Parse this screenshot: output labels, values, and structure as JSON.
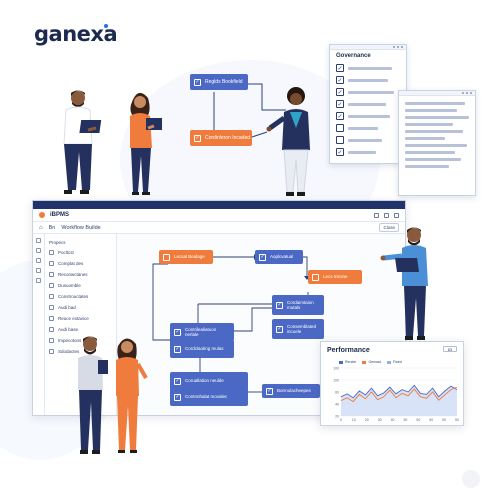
{
  "brand": {
    "logo": "ganexa"
  },
  "top_flow": {
    "node_1": "Reglds Bookfield",
    "node_2": "Cordinleron Incaded"
  },
  "governance": {
    "title": "Governance",
    "rows_checked": [
      true,
      true,
      true,
      true,
      true,
      false,
      false,
      true
    ]
  },
  "window": {
    "app_name": "iBPMS",
    "tab_home": "Bn",
    "tab_active": "Workflow Builde",
    "close_label": "Close",
    "sidebar_header": "Propecs",
    "sidebar_items": [
      "Pocltcst",
      "Complat des",
      "Reconwctanes",
      "Dusuomble",
      "Constrouctates",
      "Audi bad",
      "Reuce extavice",
      "Audi base",
      "Impecotons",
      "Sdodactes"
    ]
  },
  "workflow": {
    "n1": "Lecsal Bealage",
    "n2": "Aoplcvatual",
    "n3": "Lecs Inirone",
    "n4": "Cordaimtaion mutals",
    "n5": "Consemblated incuele",
    "n6": "Contrilealiatuon nerlale",
    "n7": "Cordclaoting mulas",
    "n8": "Coruallation neulde",
    "n9": "Contnnhalat moxalec",
    "n10": "Bormulacheepes"
  },
  "performance": {
    "title": "Performance",
    "button": "83",
    "chart_data": {
      "type": "area",
      "legend": [
        "Render",
        "Genoad",
        "Flaird"
      ],
      "y_ticks": [
        "100",
        "100",
        "60",
        "40",
        "20"
      ],
      "x_ticks": [
        "0",
        "10",
        "20",
        "30",
        "40",
        "50",
        "50",
        "50",
        "50",
        "50"
      ],
      "series": [
        {
          "name": "Render",
          "color": "#4b69c4",
          "values": [
            40,
            46,
            38,
            52,
            44,
            58,
            42,
            48,
            60,
            46,
            55,
            50,
            64,
            47,
            45,
            58,
            40,
            52,
            62,
            55
          ]
        },
        {
          "name": "Genoad",
          "color": "#ef7b3c",
          "values": [
            32,
            38,
            30,
            45,
            36,
            50,
            34,
            40,
            54,
            38,
            47,
            42,
            56,
            40,
            37,
            50,
            33,
            44,
            55,
            60
          ]
        }
      ],
      "ylim": [
        0,
        100
      ]
    }
  }
}
